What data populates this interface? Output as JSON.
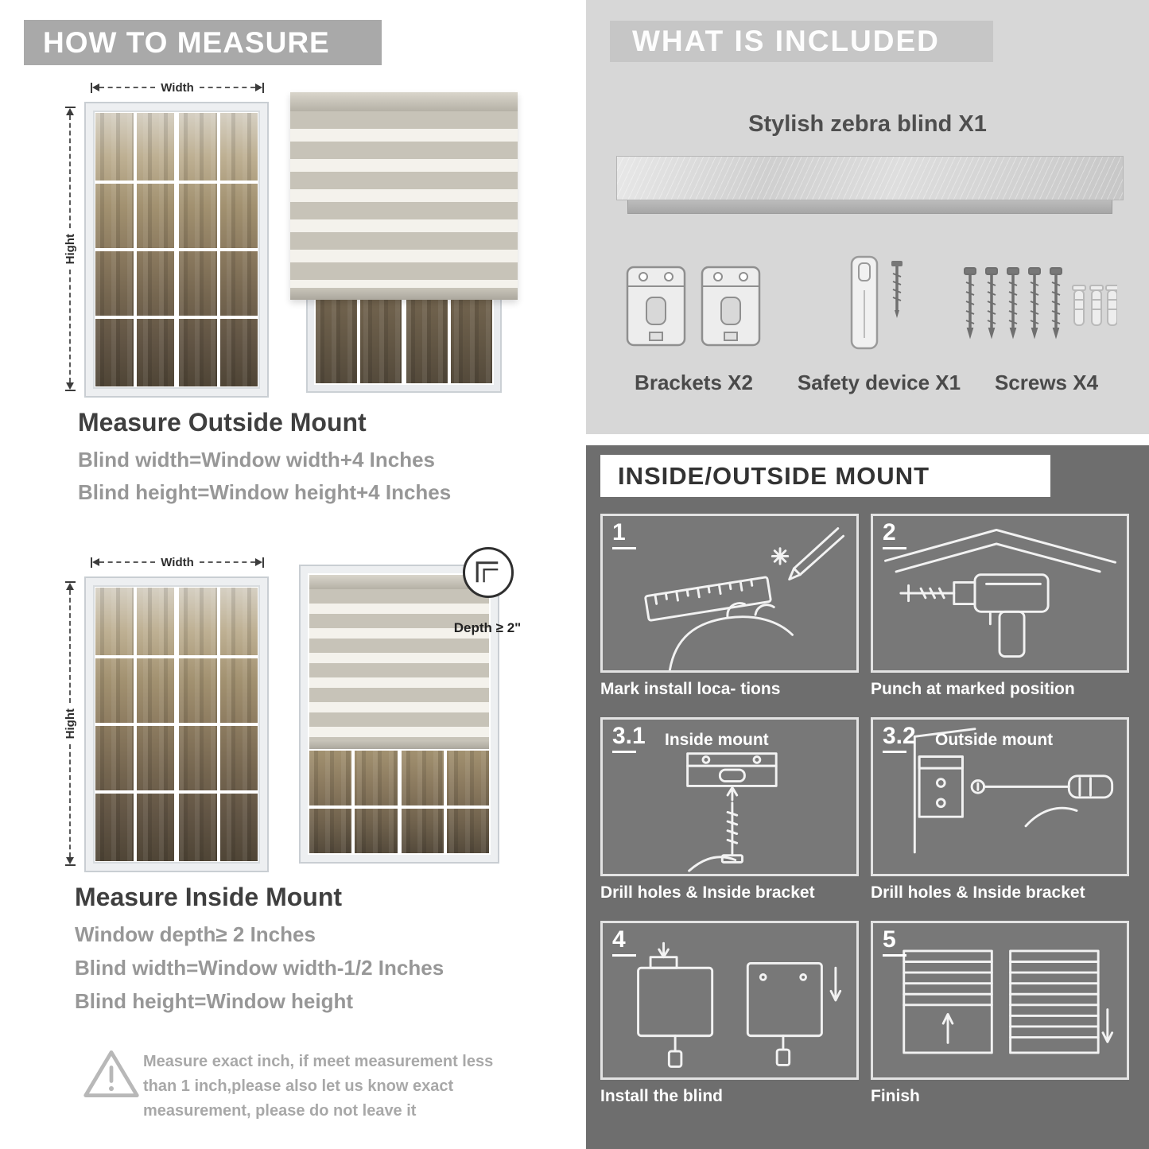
{
  "measure": {
    "header": "HOW TO MEASURE",
    "width_label": "Width",
    "height_label": "Hight",
    "outside": {
      "title": "Measure Outside Mount",
      "lines": [
        "Blind width=Window width+4 Inches",
        "Blind height=Window height+4 Inches"
      ]
    },
    "inside": {
      "depth_callout": "Depth ≥ 2\"",
      "title": "Measure Inside Mount",
      "lines": [
        "Window depth≥ 2 Inches",
        "Blind width=Window width-1/2 Inches",
        "Blind height=Window height"
      ]
    },
    "warning_text": "Measure exact inch, if meet measurement less than 1 inch,please also let us know exact measurement, please do not leave it"
  },
  "included": {
    "header": "WHAT IS INCLUDED",
    "product": "Stylish zebra blind X1",
    "items": [
      {
        "icon": "brackets-icon",
        "label": "Brackets X2"
      },
      {
        "icon": "safety-device-icon",
        "label": "Safety device X1"
      },
      {
        "icon": "screws-icon",
        "label": "Screws X4"
      }
    ]
  },
  "mount": {
    "header": "INSIDE/OUTSIDE MOUNT",
    "steps": [
      {
        "num": "1",
        "caption": "Mark install loca- tions"
      },
      {
        "num": "2",
        "caption": "Punch at  marked position"
      },
      {
        "num": "3.1",
        "title": "Inside mount",
        "caption": "Drill holes &  Inside bracket"
      },
      {
        "num": "3.2",
        "title": "Outside mount",
        "caption": "Drill holes &  Inside bracket"
      },
      {
        "num": "4",
        "caption": "Install the blind"
      },
      {
        "num": "5",
        "caption": "Finish"
      }
    ]
  },
  "colors": {
    "banner_gray": "#a9a9a9",
    "included_bg": "#d7d7d7",
    "mount_bg": "#6e6e6e",
    "stripe_gray": "#c7c3b8",
    "stripe_white": "#f4f2ec"
  }
}
